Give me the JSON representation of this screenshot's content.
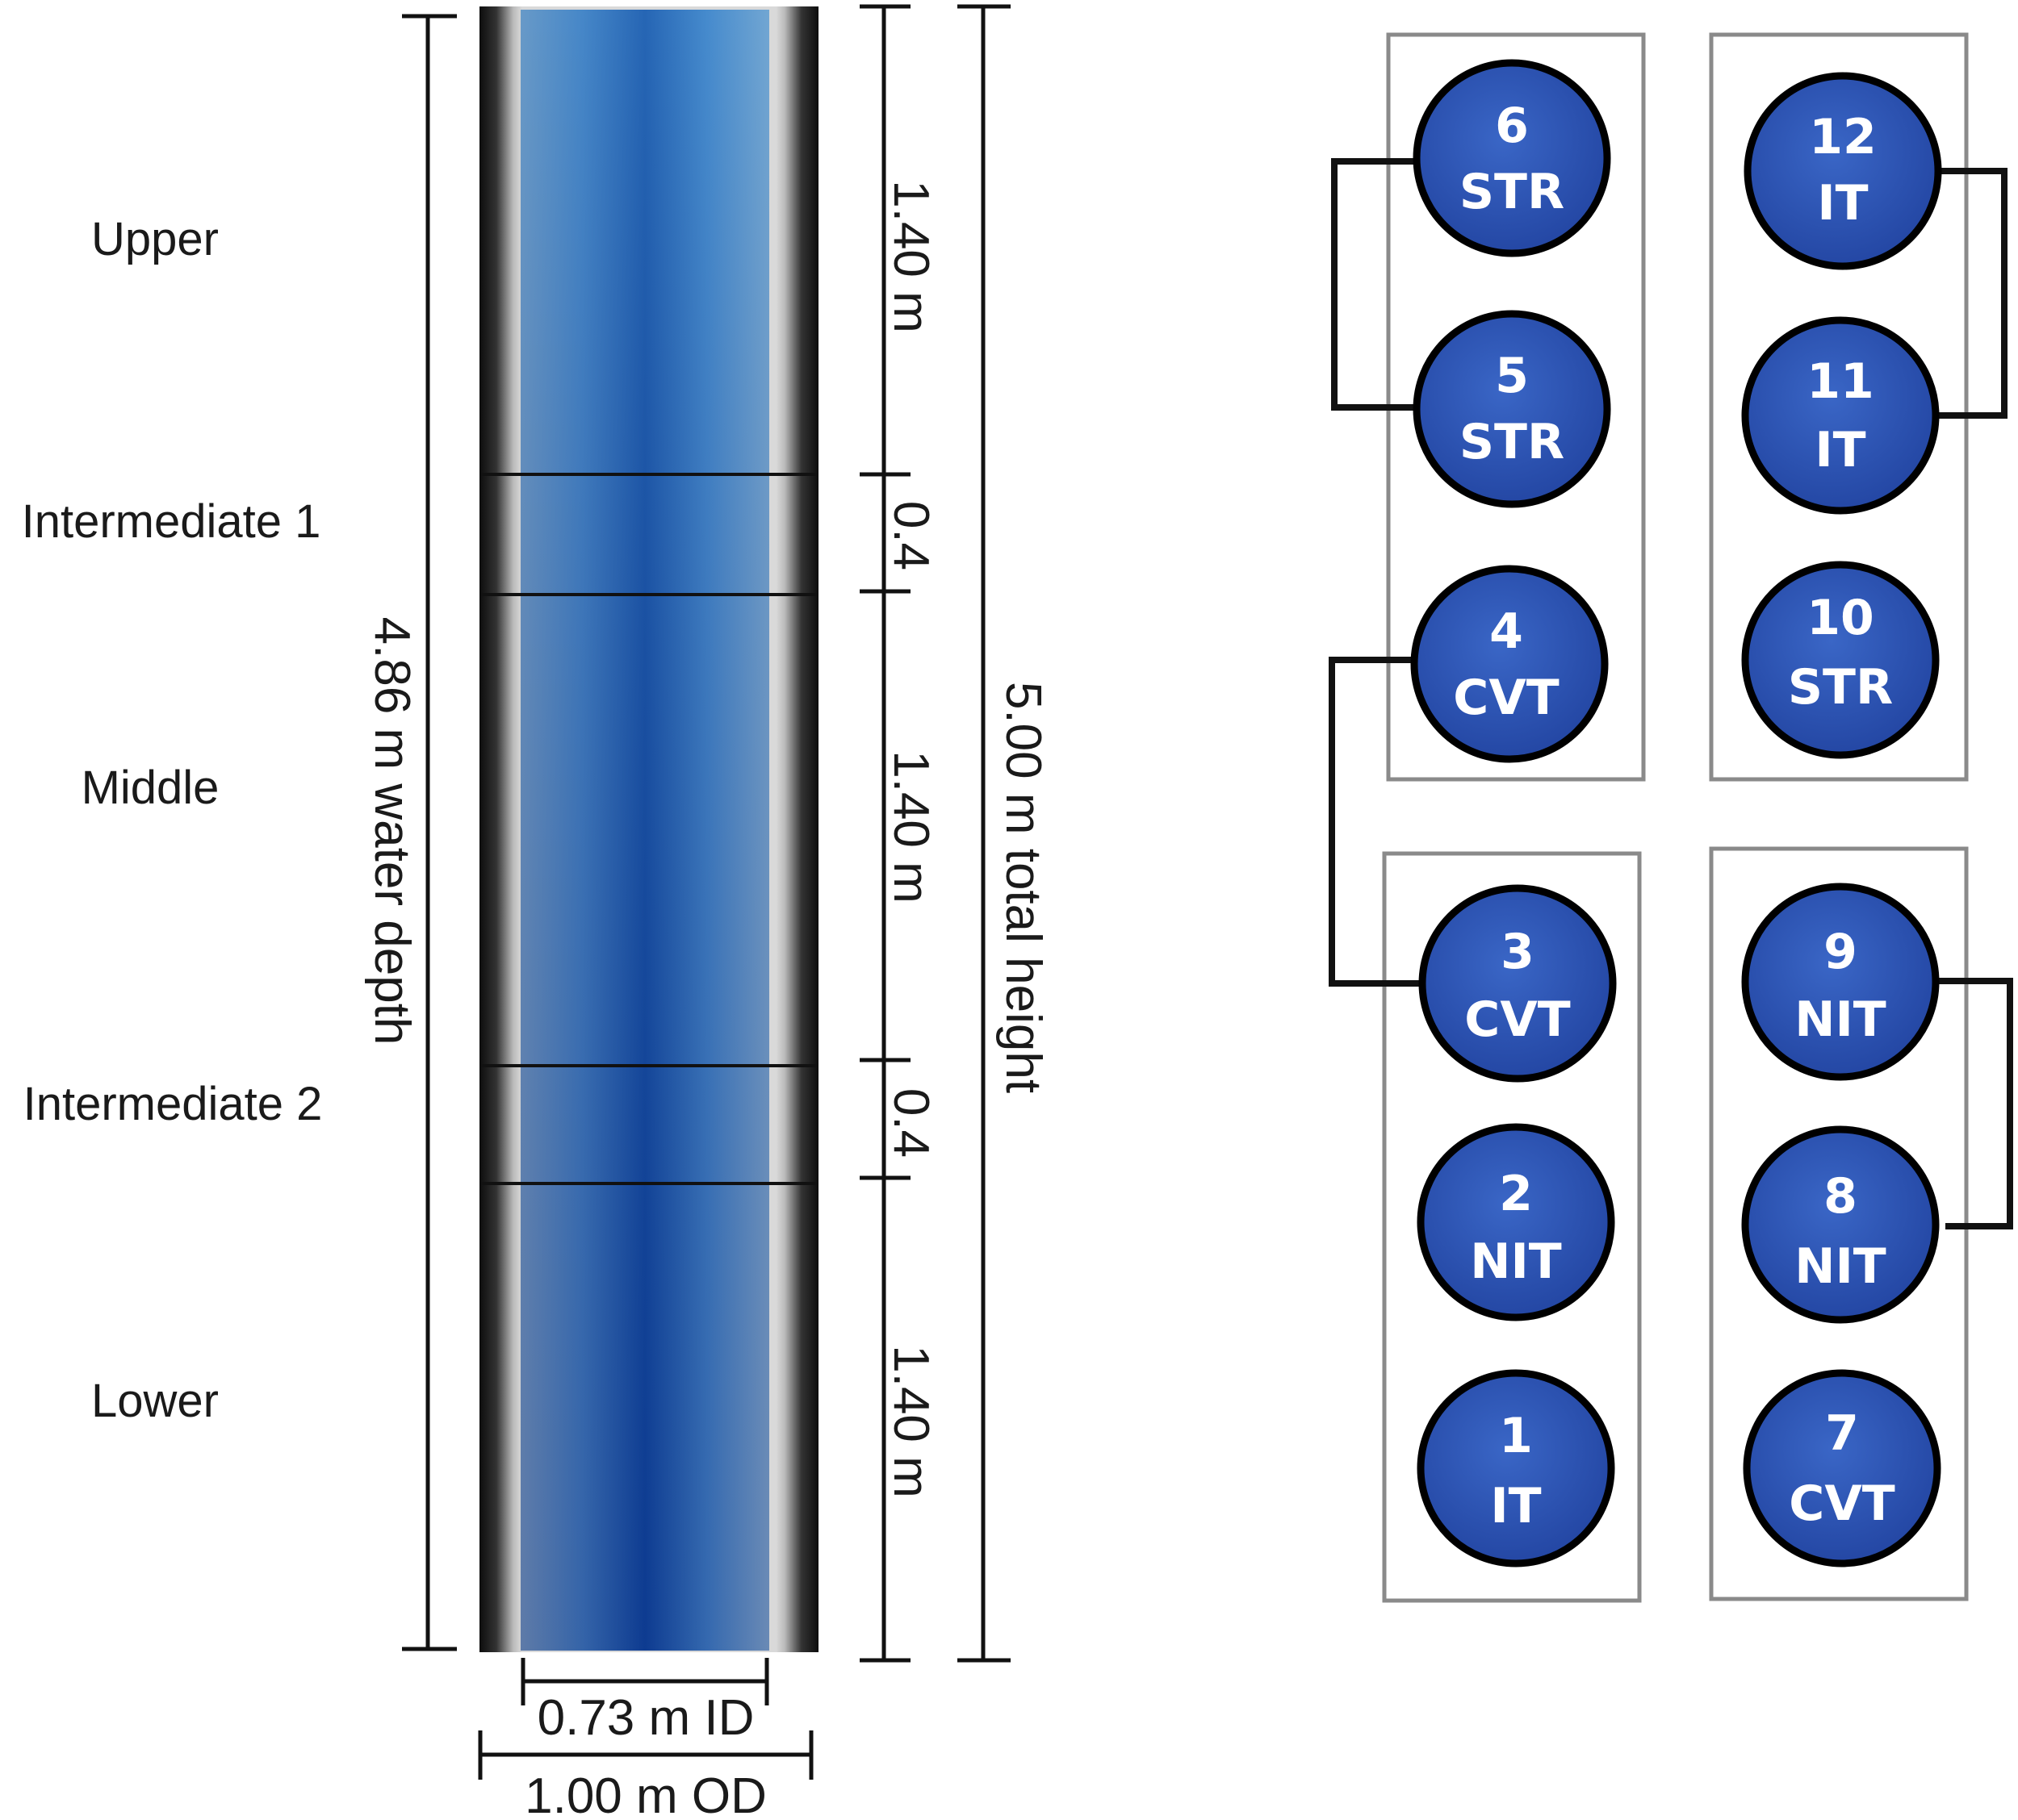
{
  "column": {
    "sections": [
      "Upper",
      "Intermediate 1",
      "Middle",
      "Intermediate 2",
      "Lower"
    ],
    "segment_labels": [
      "1.40 m",
      "0.4",
      "1.40 m",
      "0.4",
      "1.40 m"
    ],
    "water_depth_label": "4.86 m water depth",
    "total_height_label": "5.00 m total height",
    "inner_diameter_label": "0.73 m ID",
    "outer_diameter_label": "1.00 m OD"
  },
  "tanks": [
    {
      "num": "1",
      "type": "IT"
    },
    {
      "num": "2",
      "type": "NIT"
    },
    {
      "num": "3",
      "type": "CVT"
    },
    {
      "num": "4",
      "type": "CVT"
    },
    {
      "num": "5",
      "type": "STR"
    },
    {
      "num": "6",
      "type": "STR"
    },
    {
      "num": "7",
      "type": "CVT"
    },
    {
      "num": "8",
      "type": "NIT"
    },
    {
      "num": "9",
      "type": "NIT"
    },
    {
      "num": "10",
      "type": "STR"
    },
    {
      "num": "11",
      "type": "IT"
    },
    {
      "num": "12",
      "type": "IT"
    }
  ],
  "connections": [
    [
      "6",
      "5"
    ],
    [
      "12",
      "11"
    ],
    [
      "4",
      "3"
    ],
    [
      "9",
      "8"
    ]
  ],
  "colors": {
    "tank_fill": "#2b55b8",
    "water_dark": "#0a3f9a",
    "water_light": "#4a94cf",
    "wall_dark": "#111111",
    "box_stroke": "#8a8a8a"
  }
}
